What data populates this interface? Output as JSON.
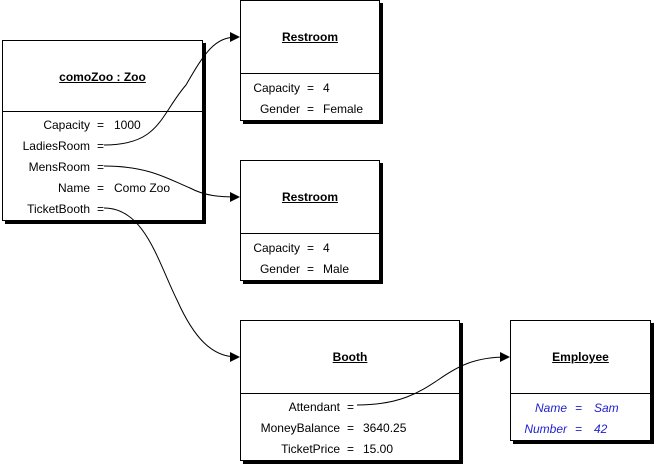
{
  "objects": {
    "zoo": {
      "title": "comoZoo : Zoo",
      "attributes": [
        {
          "name": "Capacity",
          "value": "1000"
        },
        {
          "name": "LadiesRoom",
          "value": ""
        },
        {
          "name": "MensRoom",
          "value": ""
        },
        {
          "name": "Name",
          "value": "Como Zoo"
        },
        {
          "name": "TicketBooth",
          "value": ""
        }
      ]
    },
    "restroom_female": {
      "title": "Restroom",
      "attributes": [
        {
          "name": "Capacity",
          "value": "4"
        },
        {
          "name": "Gender",
          "value": "Female"
        }
      ]
    },
    "restroom_male": {
      "title": "Restroom",
      "attributes": [
        {
          "name": "Capacity",
          "value": "4"
        },
        {
          "name": "Gender",
          "value": "Male"
        }
      ]
    },
    "booth": {
      "title": "Booth",
      "attributes": [
        {
          "name": "Attendant",
          "value": ""
        },
        {
          "name": "MoneyBalance",
          "value": "3640.25"
        },
        {
          "name": "TicketPrice",
          "value": "15.00"
        }
      ]
    },
    "employee": {
      "title": "Employee",
      "attributes": [
        {
          "name": "Name",
          "value": "Sam"
        },
        {
          "name": "Number",
          "value": "42"
        }
      ]
    }
  },
  "equals_sign": "=",
  "colors": {
    "line": "#000000",
    "employee_text": "#1f1fd0"
  }
}
